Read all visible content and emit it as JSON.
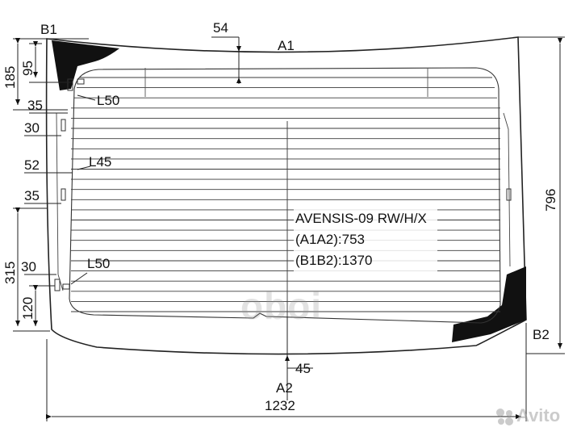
{
  "diagram": {
    "model_line": "AVENSIS-09 RW/H/X",
    "spec_a": "(A1A2):753",
    "spec_b": "(B1B2):1370",
    "points": {
      "b1": "B1",
      "a1": "A1",
      "b2": "B2",
      "a2": "A2"
    },
    "dims": {
      "top_offset": "54",
      "bottom_offset": "45",
      "total_width": "1232",
      "total_height": "796",
      "left_185": "185",
      "left_95": "95",
      "left_315": "315",
      "left_120": "120",
      "inner_35_top": "35",
      "inner_30_top": "30",
      "inner_52": "52",
      "inner_35_mid": "35",
      "inner_30_bottom": "30",
      "l50_top": "L50",
      "l45": "L45",
      "l50_bottom": "L50"
    }
  },
  "watermarks": {
    "center": "oboi",
    "corner": "Avito"
  },
  "colors": {
    "line": "#222222",
    "fill": "#111111",
    "background": "#ffffff",
    "watermark": "#9a9a9a"
  }
}
